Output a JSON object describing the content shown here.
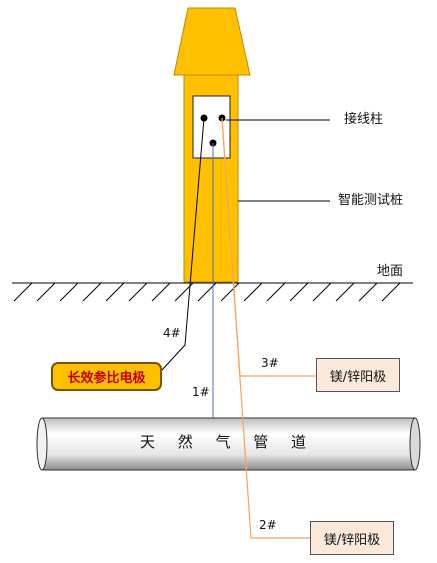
{
  "labels": {
    "terminal": "接线柱",
    "test_post": "智能测试桩",
    "ground": "地面",
    "pipeline": "天 然 气 管 道",
    "reference_electrode": "长效参比电极",
    "anode_top": "镁/锌阳极",
    "anode_bottom": "镁/锌阳极"
  },
  "wire_numbers": {
    "w1": "1#",
    "w2": "2#",
    "w3": "3#",
    "w4": "4#"
  },
  "colors": {
    "post_fill": "#ffc000",
    "anode_wire": "#f4a460",
    "ref_electrode_fill": "#ffc000",
    "ref_electrode_text": "#c00000",
    "anode_box_fill": "#fde9d9"
  }
}
